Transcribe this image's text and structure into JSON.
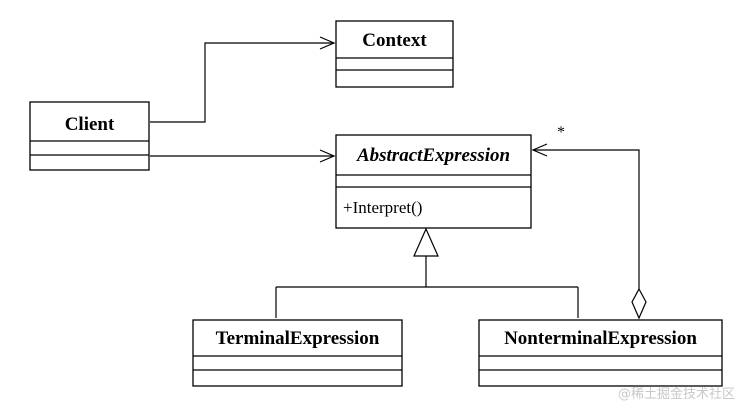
{
  "classes": {
    "context": {
      "name": "Context"
    },
    "client": {
      "name": "Client"
    },
    "abstract_expression": {
      "name": "AbstractExpression",
      "operation": "+Interpret()"
    },
    "terminal_expression": {
      "name": "TerminalExpression"
    },
    "nonterminal_expression": {
      "name": "NonterminalExpression"
    }
  },
  "relations": {
    "aggregation_multiplicity": "*"
  },
  "watermark": "@稀土掘金技术社区"
}
